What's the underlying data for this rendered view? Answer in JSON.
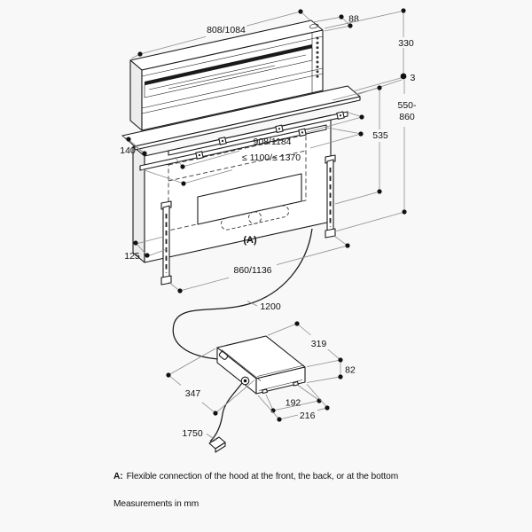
{
  "dimensions": {
    "top_width": "808/1084",
    "top_depth": "88",
    "extend_height": "330",
    "gap": "3",
    "install_height_line1": "550-",
    "install_height_line2": "860",
    "bracket_drop": "535",
    "cutout_depth": "140",
    "rail_width": "908/1184",
    "max_width": "≤ 1100/≤ 1370",
    "bracket_offset": "125",
    "body_width": "860/1136",
    "hose_length": "1200",
    "blower_depth": "319",
    "blower_height": "82",
    "blower_inner_width": "192",
    "blower_width": "216",
    "blower_diagonal": "347",
    "cord_length": "1750"
  },
  "labels": {
    "connection_panel": "(A)"
  },
  "footnotes": {
    "a_prefix": "A:",
    "a_text": "Flexible connection of the hood at the front, the back, or at the bottom",
    "units": "Measurements in mm"
  },
  "colors": {
    "background": "#f8f8f8",
    "line": "#1a1a1a",
    "dim_line": "#8c8c8c",
    "shade": "#ececec"
  }
}
